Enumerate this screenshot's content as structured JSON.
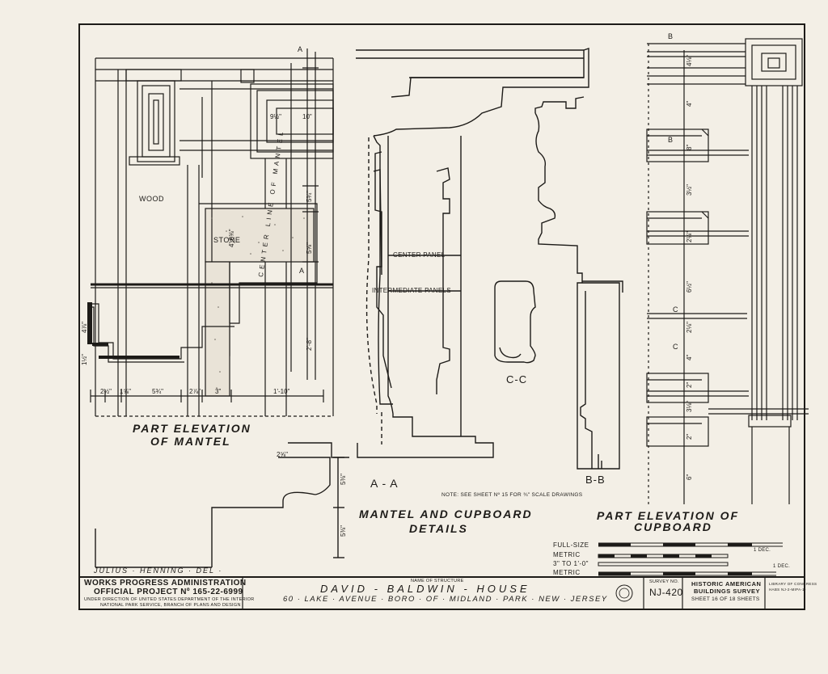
{
  "drawing": {
    "sections": {
      "mantel_title_1": "PART ELEVATION",
      "mantel_title_2": "OF MANTEL",
      "details_title_1": "MANTEL AND CUPBOARD",
      "details_title_2": "DETAILS",
      "cupboard_title_1": "PART ELEVATION OF",
      "cupboard_title_2": "CUPBOARD",
      "section_aa": "A - A",
      "section_bb": "B-B",
      "section_cc": "C-C"
    },
    "labels": {
      "wood": "WOOD",
      "stone": "STONE",
      "center_line": "CENTER LINE OF MANTEL",
      "center_panel": "CENTER PANEL",
      "intermediate_panels": "INTERMEDIATE PANELS",
      "note": "NOTE: SEE SHEET Nº 15 FOR ¾\" SCALE DRAWINGS",
      "a_top": "A",
      "a_mid": "A",
      "b_top": "B",
      "b_mid": "B",
      "c_top": "C",
      "c_mid": "C"
    },
    "dimensions": {
      "mantel_bottom": [
        "2½\"",
        "1⅝\"",
        "5¾\"",
        "2⅞\"",
        "3\"",
        "1'-10\""
      ],
      "mantel_vertical": [
        "5¾\"",
        "4'-6⅝\"",
        "5⅝\"",
        "2'-8\""
      ],
      "mantel_left": [
        "4⅞\"",
        "1½\""
      ],
      "panel": [
        "9½\"",
        "10\""
      ],
      "step": [
        "2⅝\"",
        "5⅜\"",
        "5⅜\""
      ],
      "cupboard": [
        "4⅛\"",
        "4\"",
        "8\"",
        "3½\"",
        "2⅛\"",
        "6½\"",
        "2⅛\"",
        "4\"",
        "2\"",
        "3⅛\"",
        "2\"",
        "6\""
      ]
    },
    "scale": {
      "full_size": "FULL-SIZE",
      "metric": "METRIC",
      "three_to_one": "3\" TO 1'-0\"",
      "metric2": "METRIC",
      "dec1": "1 DEC.",
      "dec2": "1 DEC."
    },
    "delineator": "JULIUS · HENNING · DEL ·"
  },
  "title_block": {
    "agency_line1": "WORKS PROGRESS ADMINISTRATION",
    "agency_line2": "OFFICIAL PROJECT Nº 165-22-6999",
    "agency_line3": "UNDER DIRECTION OF UNITED STATES DEPARTMENT OF THE INTERIOR",
    "agency_line4": "NATIONAL PARK SERVICE, BRANCH OF PLANS AND DESIGN",
    "structure_caption": "NAME OF STRUCTURE",
    "structure_name": "DAVID - BALDWIN - HOUSE",
    "address": "60 · LAKE · AVENUE · BORO · OF · MIDLAND · PARK · NEW · JERSEY",
    "survey_caption": "SURVEY NO.",
    "survey_no": "NJ-420",
    "habs_line1": "HISTORIC AMERICAN",
    "habs_line2": "BUILDINGS SURVEY",
    "sheet_text": "SHEET 16 OF 18 SHEETS",
    "loc_line1": "LIBRARY OF CONGRESS",
    "loc_line2": "HABS NJ-2-MIPA-1-"
  }
}
